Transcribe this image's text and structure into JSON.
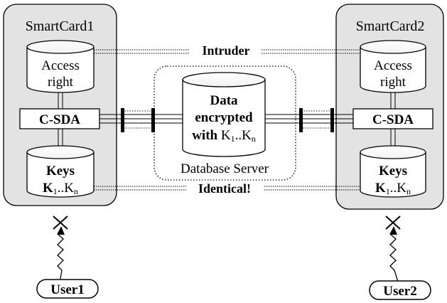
{
  "smartcard1": {
    "title": "SmartCard1",
    "access_right": [
      "Access",
      "right"
    ],
    "csda": "C-SDA",
    "keys_label": "Keys",
    "keys_k": "K",
    "keys_sub1": "1",
    "keys_dots": "..K",
    "keys_subn": "n"
  },
  "smartcard2": {
    "title": "SmartCard2",
    "access_right": [
      "Access",
      "right"
    ],
    "csda": "C-SDA",
    "keys_label": "Keys",
    "keys_k": "K",
    "keys_sub1": "1",
    "keys_dots": "..K",
    "keys_subn": "n"
  },
  "server": {
    "line1": "Data",
    "line2": "encrypted",
    "line3_with": "with",
    "line3_k": " K",
    "line3_sub1": "1",
    "line3_dots": "..K",
    "line3_subn": "n",
    "label": "Database Server"
  },
  "labels": {
    "intruder": "Intruder",
    "identical": "Identical!"
  },
  "users": {
    "user1": "User1",
    "user2": "User2"
  }
}
